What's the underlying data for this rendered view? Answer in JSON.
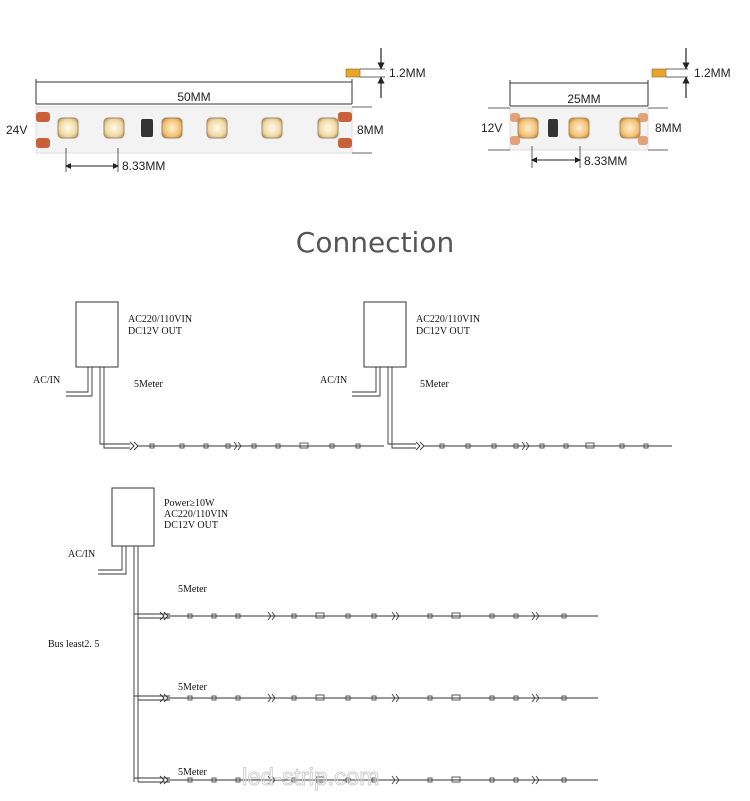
{
  "strip_a": {
    "thickness": "1.2MM",
    "length": "50MM",
    "voltage": "24V",
    "width": "8MM",
    "pitch": "8.33MM"
  },
  "strip_b": {
    "thickness": "1.2MM",
    "length": "25MM",
    "voltage": "12V",
    "width": "8MM",
    "pitch": "8.33MM"
  },
  "title": "Connection",
  "diagram_a": {
    "supply_lines": [
      "AC220/110VIN",
      "DC12V OUT"
    ],
    "input_label": "AC/IN",
    "length_label": "5Meter"
  },
  "diagram_b": {
    "supply_lines": [
      "AC220/110VIN",
      "DC12V OUT"
    ],
    "input_label": "AC/IN",
    "length_label": "5Meter"
  },
  "diagram_c": {
    "supply_lines": [
      "Power≥10W",
      "AC220/110VIN",
      "DC12V OUT"
    ],
    "input_label": "AC/IN",
    "bus_label": "Bus least2. 5",
    "branch_labels": [
      "5Meter",
      "5Meter",
      "5Meter"
    ]
  },
  "watermark": "led-strip.com",
  "colors": {
    "strip_body": "#f1f1f1",
    "led_warm": "#f3c27a",
    "led_cool": "#f7f2e4",
    "end_pad": "#c8603a",
    "line": "#444444"
  }
}
